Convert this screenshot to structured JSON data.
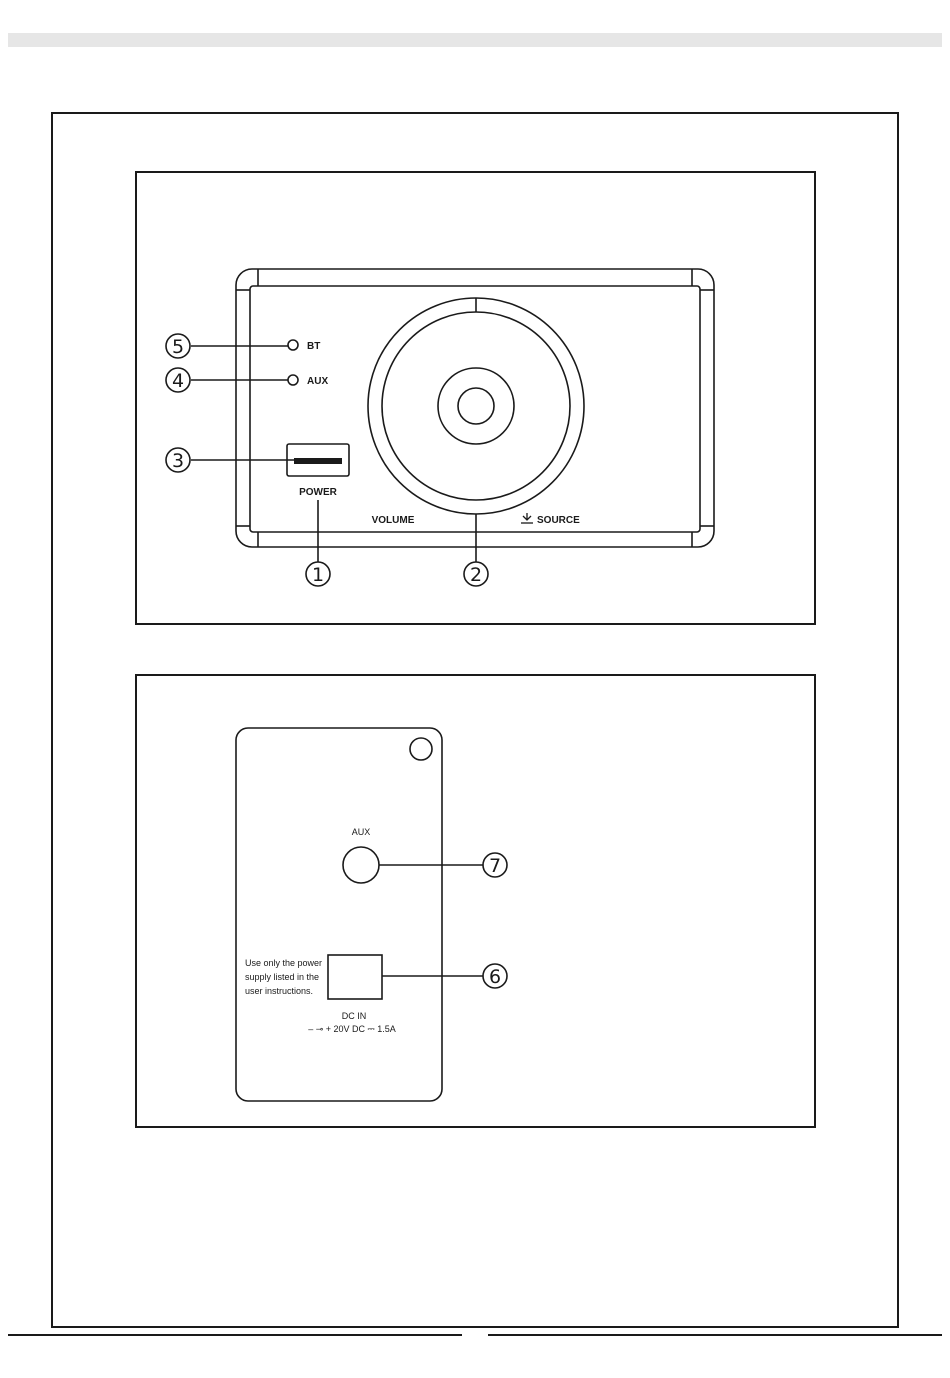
{
  "front_panel": {
    "led_bt_label": "BT",
    "led_aux_label": "AUX",
    "power_label": "POWER",
    "volume_label": "VOLUME",
    "source_label": "SOURCE",
    "callouts": [
      "1",
      "2",
      "3",
      "4",
      "5"
    ]
  },
  "rear_panel": {
    "aux_label": "AUX",
    "warning_lines": [
      "Use only the power",
      "supply listed in the",
      "user instructions."
    ],
    "dc_in_label": "DC IN",
    "rating_label": "– ⊸ + 20V DC ⎓ 1.5A",
    "callouts": [
      "6",
      "7"
    ]
  },
  "colors": {
    "ink": "#1a1a1a",
    "header_bar": "#e6e6e6"
  }
}
